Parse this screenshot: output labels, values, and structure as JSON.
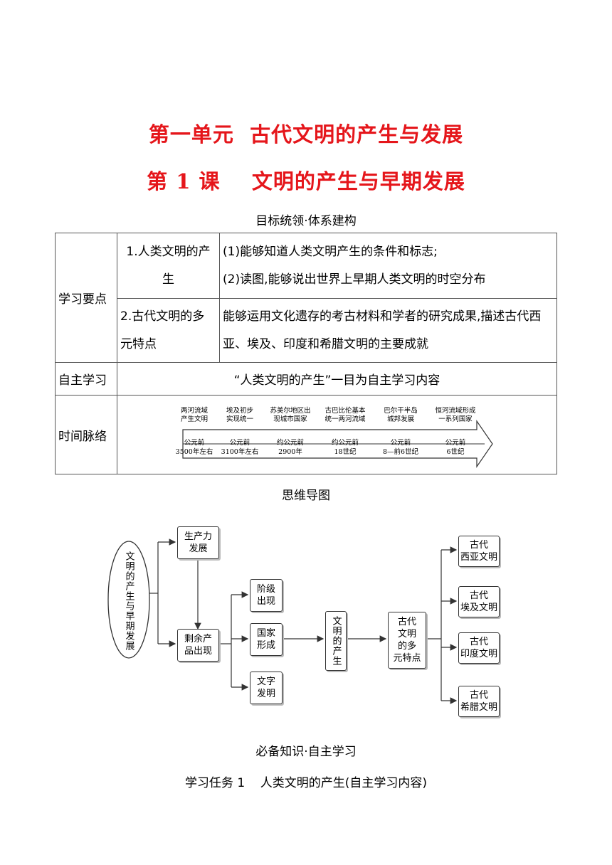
{
  "titles": {
    "unit": "第一单元  古代文明的产生与发展",
    "lesson_prefix": "第 ",
    "lesson_num": "1",
    "lesson_suffix": " 课    文明的产生与早期发展"
  },
  "sections": {
    "goals": "目标统领·体系建构",
    "mindmap": "思维导图",
    "knowledge": "必备知识·自主学习",
    "task1": "学习任务 1    人类文明的产生(自主学习内容)"
  },
  "goals_table": {
    "row1_head": "学习要点",
    "point1_name": "1.人类文明的产生",
    "point1_desc1": "(1)能够知道人类文明产生的条件和标志;",
    "point1_desc2": "(2)读图,能够说出世界上早期人类文明的时空分布",
    "point2_name": "2.古代文明的多元特点",
    "point2_desc": "能够运用文化遗存的考古材料和学者的研究成果,描述古代西亚、埃及、印度和希腊文明的主要成就",
    "row2_head": "自主学习",
    "row2_desc": "“人类文明的产生”一目为自主学习内容",
    "row3_head": "时间脉络"
  },
  "timeline": [
    {
      "event": "两河流域\n产生文明",
      "time": "公元前\n3500年左右"
    },
    {
      "event": "埃及初步\n实现统一",
      "time": "公元前\n3100年左右"
    },
    {
      "event": "苏美尔地区出\n现城市国家",
      "time": "约公元前\n2900年"
    },
    {
      "event": "古巴比伦基本\n统一两河流域",
      "time": "约公元前\n18世纪"
    },
    {
      "event": "巴尔干半岛\n城邦发展",
      "time": "公元前\n8—前6世纪"
    },
    {
      "event": "恒河流域形成\n一系列国家",
      "time": "公元前\n6世纪"
    }
  ],
  "mindmap": {
    "root": "文明的产生与早期发展",
    "productivity": "生产力\n发展",
    "surplus": "剩余产\n品出现",
    "class": "阶级\n出现",
    "state": "国家\n形成",
    "writing": "文字\n发明",
    "civ": "文明的产生",
    "diverse": "古代\n文明\n的多\n元特点",
    "west_asia": "古代\n西亚文明",
    "egypt": "古代\n埃及文明",
    "india": "古代\n印度文明",
    "greece": "古代\n希腊文明"
  }
}
